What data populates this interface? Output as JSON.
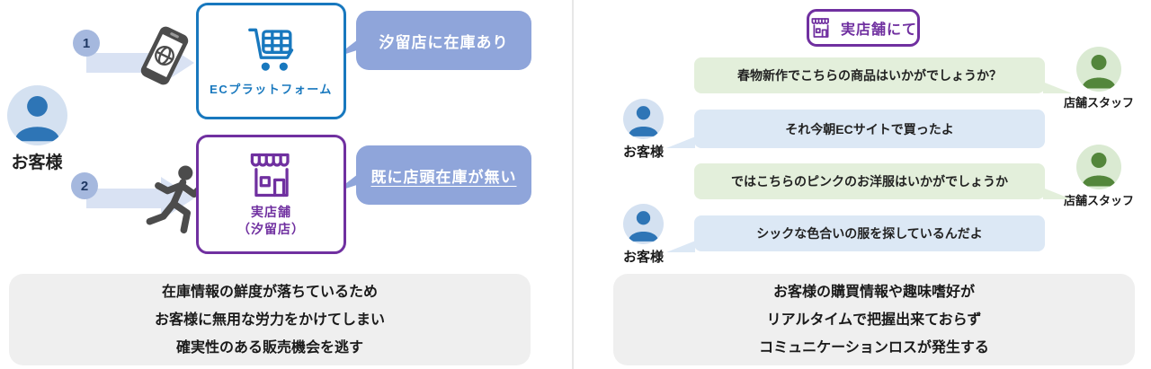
{
  "colors": {
    "ec_blue": "#1878BE",
    "store_purple": "#7030A0",
    "callout_bubble": "#8FA5DA",
    "flow_arrow": "#D9E2F3",
    "step_circle": "#A5B8DE",
    "step_number": "#1F3864",
    "customer_avatar": "#2E75B6",
    "staff_avatar": "#53863B",
    "chat_green": "#E3EFDB",
    "chat_blue": "#DCE8F5",
    "summary_box": "#EFEFEF",
    "icon_gray": "#4C4C4C"
  },
  "left_panel": {
    "customer_label": "お客様",
    "steps": [
      {
        "number": "1",
        "icon": "smartphone-icon"
      },
      {
        "number": "2",
        "icon": "running-person-icon"
      }
    ],
    "ec_box": {
      "icon": "shopping-cart-icon",
      "label": "ECプラットフォーム"
    },
    "store_box": {
      "icon": "storefront-icon",
      "line1": "実店舗",
      "line2": "（汐留店）"
    },
    "callout_stock": "汐留店に在庫あり",
    "callout_no_stock": "既に店頭在庫が無い",
    "summary": [
      "在庫情報の鮮度が落ちているため",
      "お客様に無用な労力をかけてしまい",
      "確実性のある販売機会を逃す"
    ]
  },
  "right_panel": {
    "badge": {
      "icon": "storefront-icon",
      "label": "実店舗にて"
    },
    "chat": [
      {
        "speaker": "店舗スタッフ",
        "side": "staff",
        "text": "春物新作でこちらの商品はいかがでしょうか？"
      },
      {
        "speaker": "お客様",
        "side": "customer",
        "text": "それ今朝ECサイトで買ったよ"
      },
      {
        "speaker": "店舗スタッフ",
        "side": "staff",
        "text": "ではこちらのピンクのお洋服はいかがでしょうか"
      },
      {
        "speaker": "お客様",
        "side": "customer",
        "text": "シックな色合いの服を探しているんだよ"
      }
    ],
    "summary": [
      "お客様の購買情報や趣味嗜好が",
      "リアルタイムで把握出来ておらず",
      "コミュニケーションロスが発生する"
    ]
  }
}
